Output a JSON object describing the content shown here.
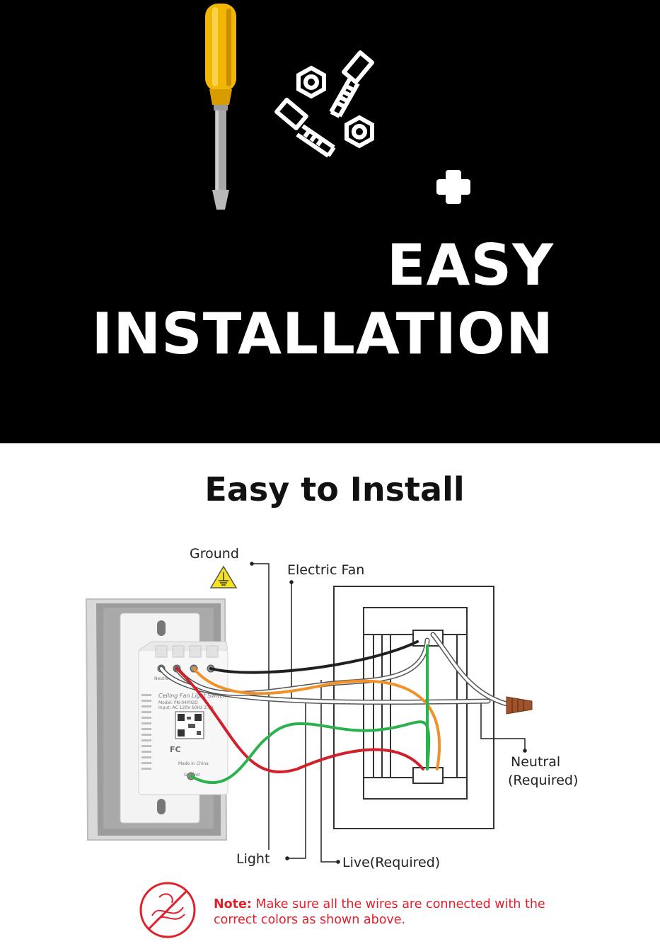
{
  "hero": {
    "line1": "EASY",
    "line2": "INSTALLATION",
    "icons": [
      "screwdriver-icon",
      "hex-nut-icon",
      "bolt-icon",
      "plus-icon"
    ],
    "colors": {
      "background": "#000000",
      "text": "#ffffff",
      "screwdriver_handle": "#f2b705"
    }
  },
  "section": {
    "title": "Easy to Install"
  },
  "diagram": {
    "labels": {
      "ground": "Ground",
      "electric_fan": "Electric Fan",
      "neutral": "Neutral",
      "neutral_sub": "(Required)",
      "light": "Light",
      "live": "Live(Required)"
    },
    "switch_text": {
      "line1": "Ceiling Fan Light Switch",
      "line2": "Model: PN-04P02D",
      "line3": "Input: AC 120V 60Hz 2.5A",
      "made": "Made in China",
      "ground_tag": "Ground",
      "neutral_tag": "Neutral"
    },
    "wire_colors": {
      "neutral": "#231f20",
      "fan": "#f0912a",
      "light": "#d2202c",
      "ground": "#2bb24c",
      "live": "#ffffff"
    }
  },
  "note": {
    "prefix": "Note:",
    "text": " Make sure all the wires are connected with the correct colors as shown above.",
    "color": "#e0202b"
  }
}
